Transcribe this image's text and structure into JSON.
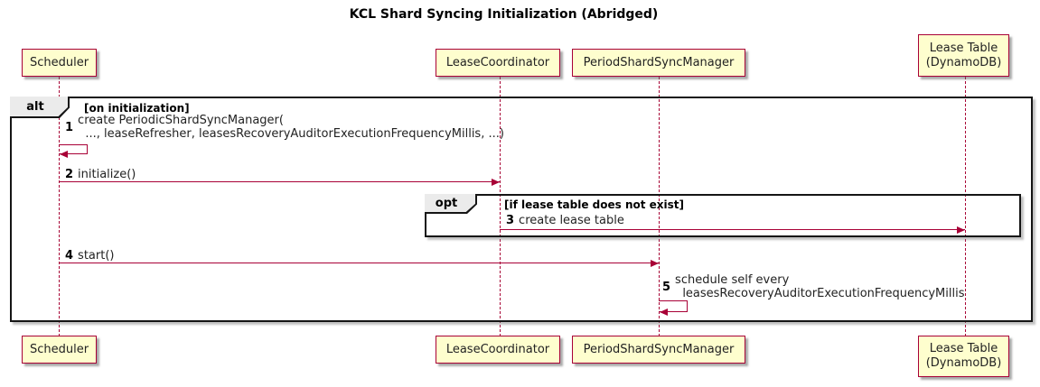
{
  "title": "KCL Shard Syncing Initialization (Abridged)",
  "colors": {
    "accent": "#A80036",
    "actor_fill": "#FEFECE",
    "frame_label_fill": "#EBEBEB",
    "frame_border": "#151515"
  },
  "participants": [
    {
      "label": "Scheduler"
    },
    {
      "label": "LeaseCoordinator"
    },
    {
      "label": "PeriodShardSyncManager"
    },
    {
      "label": "Lease Table\n(DynamoDB)"
    }
  ],
  "frames": {
    "alt": {
      "keyword": "alt",
      "guard": "[on initialization]"
    },
    "opt": {
      "keyword": "opt",
      "guard": "[if lease table does not exist]"
    }
  },
  "messages": {
    "m1": {
      "num": "1",
      "text": "create PeriodicShardSyncManager(\n  ..., leaseRefresher, leasesRecoveryAuditorExecutionFrequencyMillis, ...)"
    },
    "m2": {
      "num": "2",
      "text": "initialize()"
    },
    "m3": {
      "num": "3",
      "text": "create lease table"
    },
    "m4": {
      "num": "4",
      "text": "start()"
    },
    "m5": {
      "num": "5",
      "text": "schedule self every\n  leasesRecoveryAuditorExecutionFrequencyMillis"
    }
  }
}
